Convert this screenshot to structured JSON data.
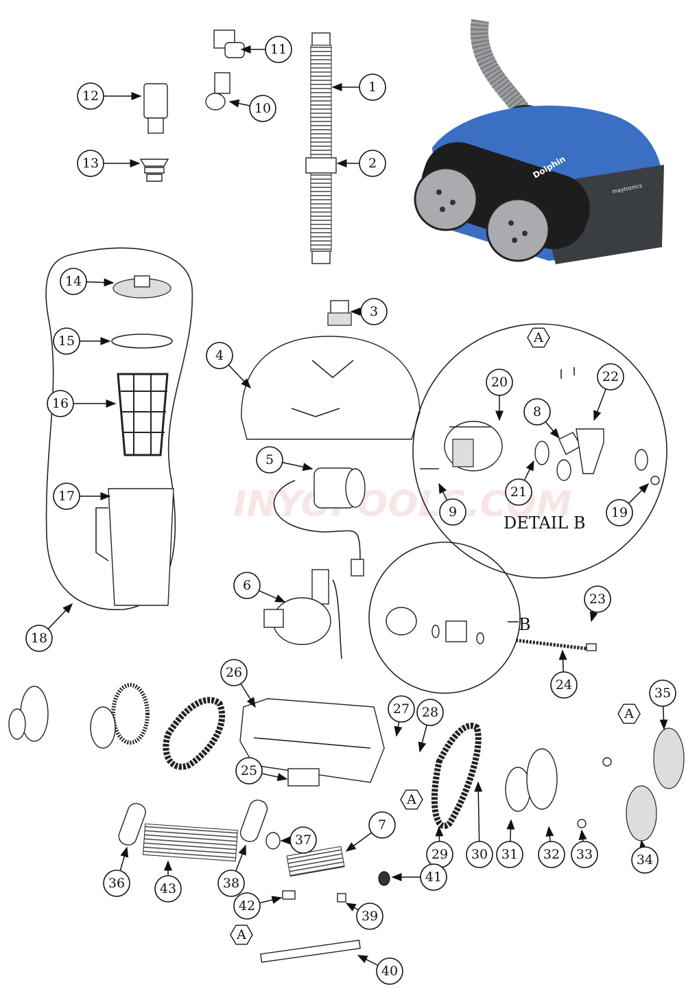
{
  "title": "Dolphin robotic pool cleaner exploded parts diagram",
  "watermark": "INYOPOOLS.COM",
  "photo_brand": "Dolphin",
  "photo_maker": "maytronics",
  "detail_label": "DETAIL B",
  "detail_ref": "B",
  "hex_label": "A",
  "callouts": [
    {
      "n": "1"
    },
    {
      "n": "2"
    },
    {
      "n": "3"
    },
    {
      "n": "4"
    },
    {
      "n": "5"
    },
    {
      "n": "6"
    },
    {
      "n": "7"
    },
    {
      "n": "8"
    },
    {
      "n": "9"
    },
    {
      "n": "10"
    },
    {
      "n": "11"
    },
    {
      "n": "12"
    },
    {
      "n": "13"
    },
    {
      "n": "14"
    },
    {
      "n": "15"
    },
    {
      "n": "16"
    },
    {
      "n": "17"
    },
    {
      "n": "18"
    },
    {
      "n": "19"
    },
    {
      "n": "20"
    },
    {
      "n": "21"
    },
    {
      "n": "22"
    },
    {
      "n": "23"
    },
    {
      "n": "24"
    },
    {
      "n": "25"
    },
    {
      "n": "26"
    },
    {
      "n": "27"
    },
    {
      "n": "28"
    },
    {
      "n": "29"
    },
    {
      "n": "30"
    },
    {
      "n": "31"
    },
    {
      "n": "32"
    },
    {
      "n": "33"
    },
    {
      "n": "34"
    },
    {
      "n": "35"
    },
    {
      "n": "36"
    },
    {
      "n": "37"
    },
    {
      "n": "38"
    },
    {
      "n": "39"
    },
    {
      "n": "40"
    },
    {
      "n": "41"
    },
    {
      "n": "42"
    },
    {
      "n": "43"
    }
  ],
  "colors": {
    "body_blue": "#3a6fc4",
    "body_dark": "#3a3d42",
    "wheel_gray": "#a9abae",
    "hose_gray": "#9a9ea2"
  }
}
